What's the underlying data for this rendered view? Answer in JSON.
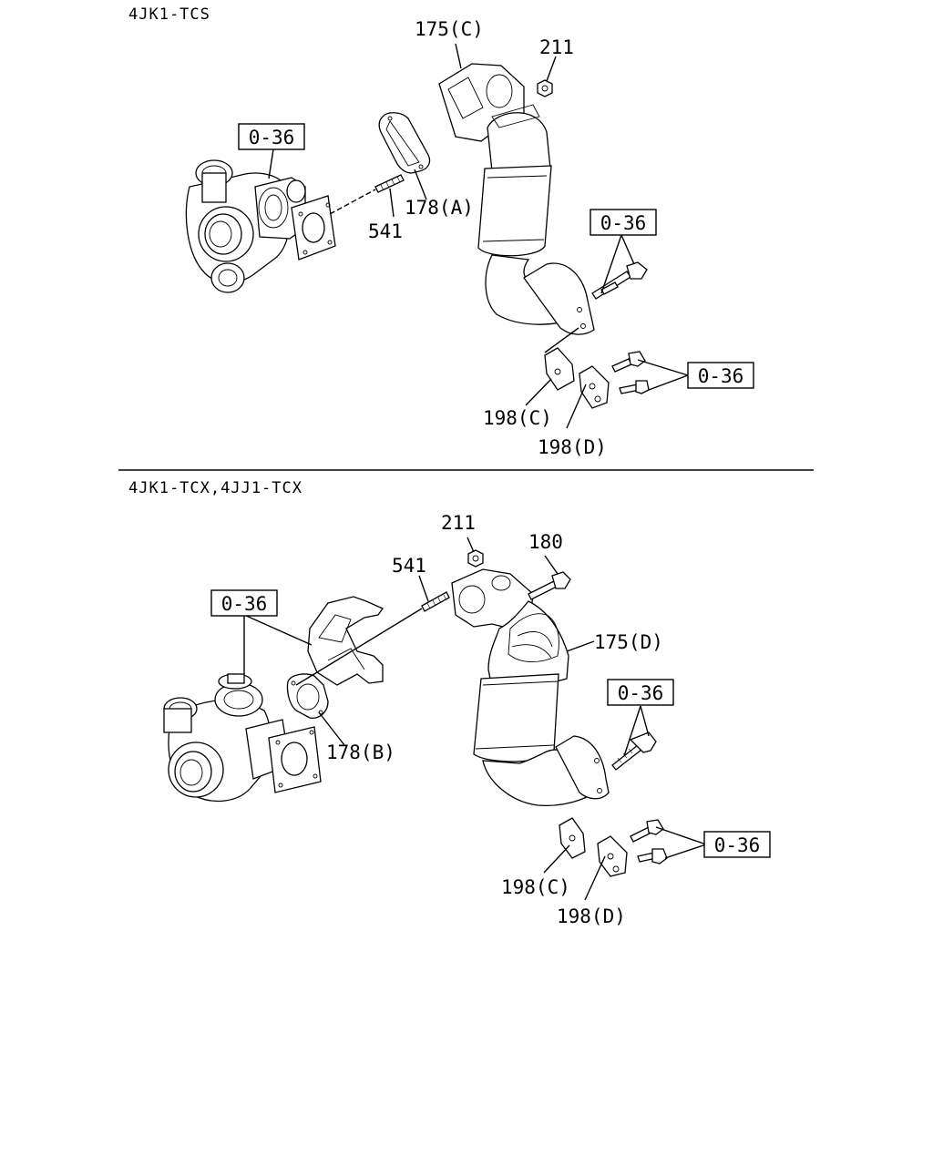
{
  "sections": [
    {
      "model": "4JK1-TCS",
      "refs": [
        "0-36",
        "0-36",
        "0-36"
      ],
      "parts": {
        "exhaust_pipe": "175(C)",
        "nut": "211",
        "gasket": "178(A)",
        "stud": "541",
        "bracket_c": "198(C)",
        "bracket_d": "198(D)"
      }
    },
    {
      "model": "4JK1-TCX,4JJ1-TCX",
      "refs": [
        "0-36",
        "0-36",
        "0-36"
      ],
      "parts": {
        "nut": "211",
        "bolt": "180",
        "stud": "541",
        "exhaust_pipe": "175(D)",
        "gasket": "178(B)",
        "bracket_c": "198(C)",
        "bracket_d": "198(D)"
      }
    }
  ]
}
